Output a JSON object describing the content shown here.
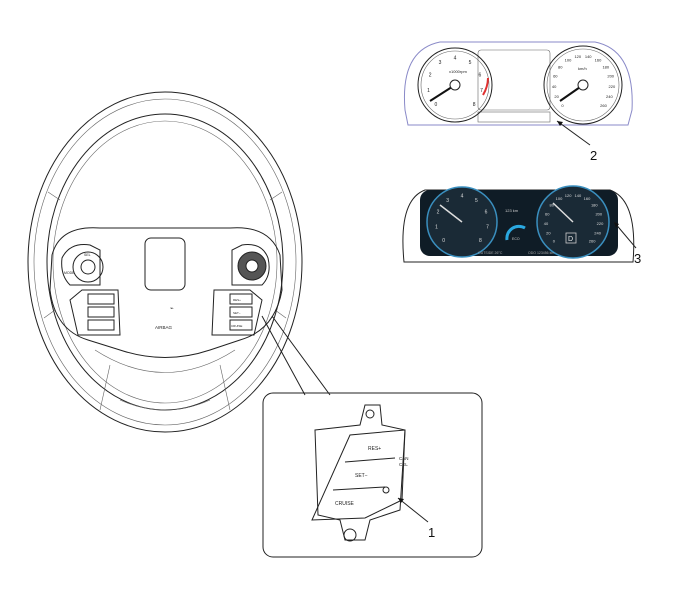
{
  "callouts": {
    "one": "1",
    "two": "2",
    "three": "3"
  },
  "steering_wheel": {
    "airbag_label": "AIRBAG",
    "left_buttons": [
      "MODE",
      "SEL"
    ],
    "cruise_buttons": {
      "res": "RES+",
      "set": "SET−",
      "cruise": "CRUISE",
      "cancel": "CAN CEL"
    }
  },
  "inset_switch": {
    "res": "RES+",
    "set": "SET−",
    "cruise": "CRUISE",
    "cancel_line1": "CAN",
    "cancel_line2": "CEL"
  },
  "analog_cluster": {
    "tach_unit": "x1000rpm",
    "tach_ticks": [
      "0",
      "1",
      "2",
      "3",
      "4",
      "5",
      "6",
      "7",
      "8"
    ],
    "speed_unit": "km/h",
    "speed_ticks": [
      "0",
      "20",
      "40",
      "60",
      "80",
      "100",
      "120",
      "140",
      "160",
      "180",
      "200",
      "220",
      "240",
      "260"
    ]
  },
  "lcd_cluster": {
    "tach_ticks": [
      "0",
      "1",
      "2",
      "3",
      "4",
      "5",
      "6",
      "7",
      "8"
    ],
    "speed_ticks": [
      "0",
      "20",
      "40",
      "60",
      "80",
      "100",
      "120",
      "140",
      "160",
      "180",
      "200",
      "220",
      "240",
      "260"
    ],
    "gear": "D",
    "center_text": "123 km",
    "center_sub": "ECO",
    "bottom_left": "OUTSIDE 26°C",
    "bottom_right": "ODO 123456 km",
    "accent_color": "#2aa8e0"
  }
}
